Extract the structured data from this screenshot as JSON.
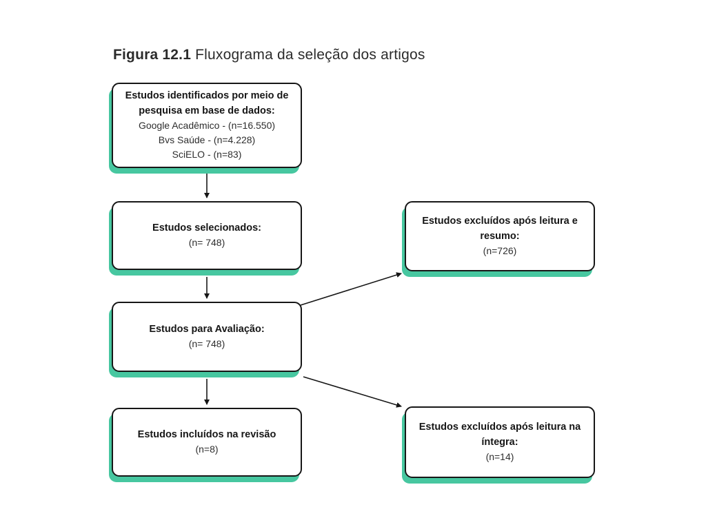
{
  "title": {
    "prefix": "Figura 12.1",
    "rest": " Fluxograma da seleção dos artigos"
  },
  "colors": {
    "accent": "#47C7A0",
    "border": "#161616",
    "background": "#ffffff"
  },
  "boxes": {
    "identified": {
      "heading": "Estudos identificados por meio de pesquisa em base de dados:",
      "lines": [
        "Google Acadêmico - (n=16.550)",
        "Bvs Saúde - (n=4.228)",
        "SciELO - (n=83)"
      ]
    },
    "selected": {
      "heading": "Estudos selecionados:",
      "lines": [
        "(n= 748)"
      ]
    },
    "excluded_abstract": {
      "heading": "Estudos excluídos após leitura e resumo:",
      "lines": [
        "(n=726)"
      ]
    },
    "evaluation": {
      "heading": "Estudos para Avaliação:",
      "lines": [
        "(n= 748)"
      ]
    },
    "included": {
      "heading": "Estudos incluídos na revisão",
      "lines": [
        "(n=8)"
      ]
    },
    "excluded_fulltext": {
      "heading": "Estudos excluídos após leitura na íntegra:",
      "lines": [
        "(n=14)"
      ]
    }
  }
}
